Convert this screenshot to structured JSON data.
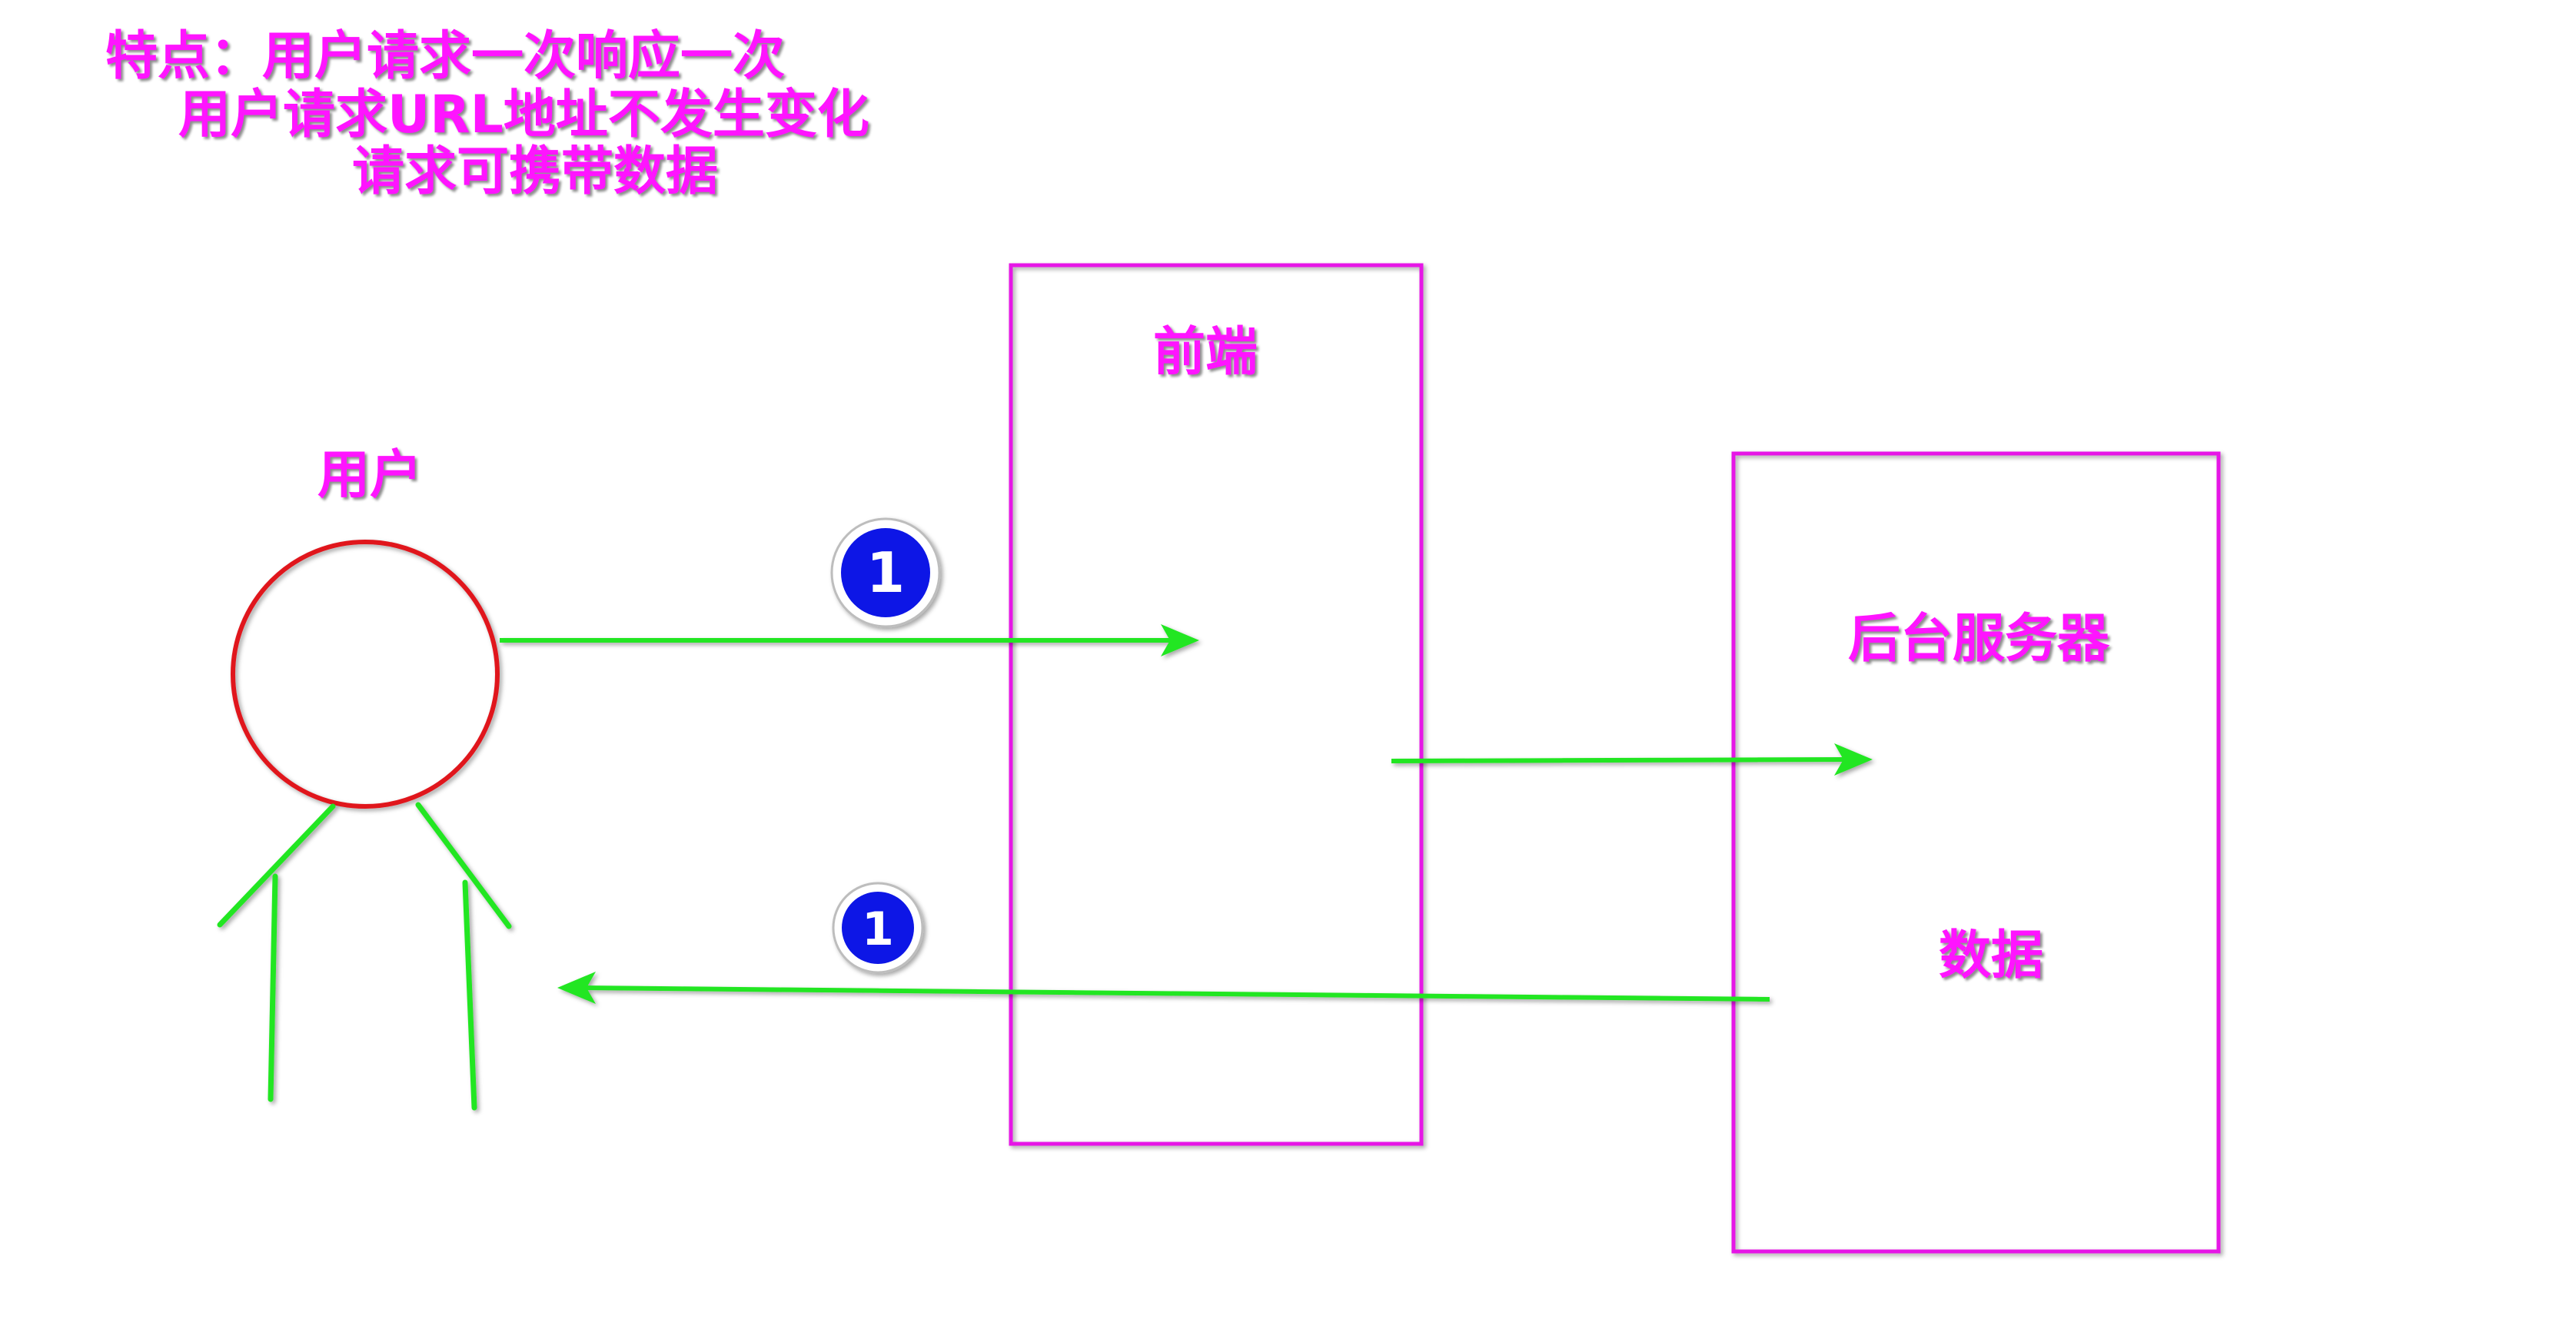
{
  "notes": {
    "line1": "特点：用户请求一次响应一次",
    "line2": "用户请求URL地址不发生变化",
    "line3": "请求可携带数据"
  },
  "nodes": {
    "user": "用户",
    "frontend": "前端",
    "backend": "后台服务器",
    "data": "数据"
  },
  "badges": {
    "request": "1",
    "response": "1"
  },
  "colors": {
    "text": "#ff14ff",
    "box_stroke": "#e619e6",
    "arrow": "#22e622",
    "user_head": "#e0141e",
    "user_body": "#22e622",
    "badge_fill": "#0a14e6",
    "badge_ring": "#ffffff"
  }
}
